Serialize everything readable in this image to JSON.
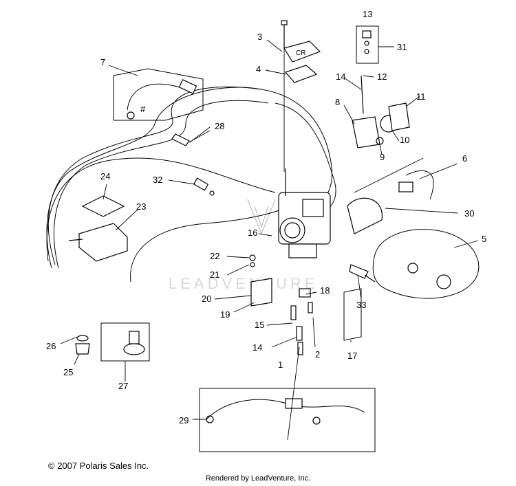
{
  "watermark": "LEADVENTURE",
  "callouts": [
    "1",
    "2",
    "3",
    "4",
    "5",
    "6",
    "7",
    "8",
    "9",
    "10",
    "11",
    "12",
    "13",
    "14",
    "14",
    "15",
    "16",
    "17",
    "18",
    "19",
    "20",
    "21",
    "22",
    "23",
    "24",
    "25",
    "26",
    "27",
    "28",
    "29",
    "30",
    "31",
    "32",
    "33"
  ],
  "hash_marker": "#",
  "copyright": "© 2007 Polaris Sales Inc.",
  "rendered_by": "Rendered by LeadVenture, Inc.",
  "icons": [
    "carburetor-body-icon",
    "float-bowl-icon",
    "gasket-icon",
    "cable-icon",
    "sensor-icon",
    "spring-icon",
    "jet-icon",
    "screw-icon",
    "hose-icon"
  ]
}
